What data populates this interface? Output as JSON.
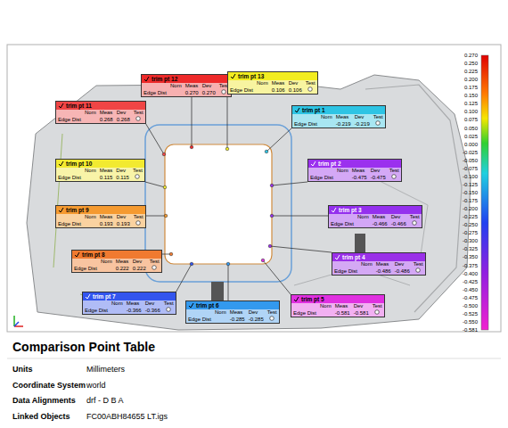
{
  "diagram": {
    "title": "Comparison Point Table",
    "nodes": [
      {
        "text": [
          "trim pt 12",
          "Nom",
          "Meas",
          "Dev",
          "Test",
          "Edge Dist",
          "0.270",
          "0.270"
        ]
      },
      {
        "text": [
          "trim pt 13",
          "Nom",
          "Meas",
          "Dev",
          "Test",
          "Edge Dist",
          "0.106",
          "0.106"
        ]
      },
      {
        "text": [
          "trim pt 11",
          "Nom",
          "Meas",
          "Dev",
          "Test",
          "Edge Dist",
          "0.268",
          "0.268"
        ]
      },
      {
        "text": [
          "trim pt 1",
          "Nom",
          "Meas",
          "Dev",
          "Test",
          "Edge Dist",
          "-0.219",
          "-0.219"
        ]
      },
      {
        "text": [
          "trim pt 10",
          "Nom",
          "Meas",
          "Dev",
          "Test",
          "Edge Dist",
          "0.115",
          "0.115"
        ]
      },
      {
        "text": [
          "trim pt 2",
          "Nom",
          "Meas",
          "Dev",
          "Test",
          "Edge Dist",
          "-0.475",
          "-0.475"
        ]
      },
      {
        "text": [
          "trim pt 9",
          "Nom",
          "Meas",
          "Dev",
          "Test",
          "Edge Dist",
          "0.193",
          "0.193"
        ]
      },
      {
        "text": [
          "trim pt 3",
          "Nom",
          "Meas",
          "Dev",
          "Test",
          "Edge Dist",
          "-0.466",
          "-0.466"
        ]
      },
      {
        "text": [
          "trim pt 8",
          "Nom",
          "Meas",
          "Dev",
          "Test",
          "Edge Dist",
          "0.222",
          "0.222"
        ]
      },
      {
        "text": [
          "trim pt 4",
          "Nom",
          "Meas",
          "Dev",
          "Test",
          "Edge Dist",
          "-0.486",
          "-0.486"
        ]
      },
      {
        "text": [
          "trim pt 7",
          "Nom",
          "Meas",
          "Dev",
          "Test",
          "Edge Dist",
          "-0.366",
          "-0.366"
        ]
      },
      {
        "text": [
          "trim pt 6",
          "Nom",
          "Meas",
          "Dev",
          "Test",
          "Edge Dist",
          "-0.285",
          "-0.285"
        ]
      },
      {
        "text": [
          "trim pt 5",
          "Nom",
          "Meas",
          "Dev",
          "Test",
          "Edge Dist",
          "-0.581",
          "-0.581"
        ]
      }
    ],
    "labels": [
      "0.270",
      "0.250",
      "0.225",
      "0.200",
      "0.175",
      "0.150",
      "0.125",
      "0.100",
      "0.075",
      "0.050",
      "0.025",
      "0.000",
      "-0.025",
      "-0.050",
      "-0.075",
      "-0.100",
      "-0.125",
      "-0.150",
      "-0.175",
      "-0.200",
      "-0.225",
      "-0.250",
      "-0.275",
      "-0.300",
      "-0.325",
      "-0.350",
      "-0.375",
      "-0.400",
      "-0.425",
      "-0.450",
      "-0.475",
      "-0.500",
      "-0.525",
      "-0.550",
      "-0.581",
      "Units",
      "Millimeters",
      "Coordinate System",
      "world",
      "Data Alignments",
      "drf - D B A",
      "Linked Objects",
      "FC00ABH84655 LT.igs"
    ]
  }
}
